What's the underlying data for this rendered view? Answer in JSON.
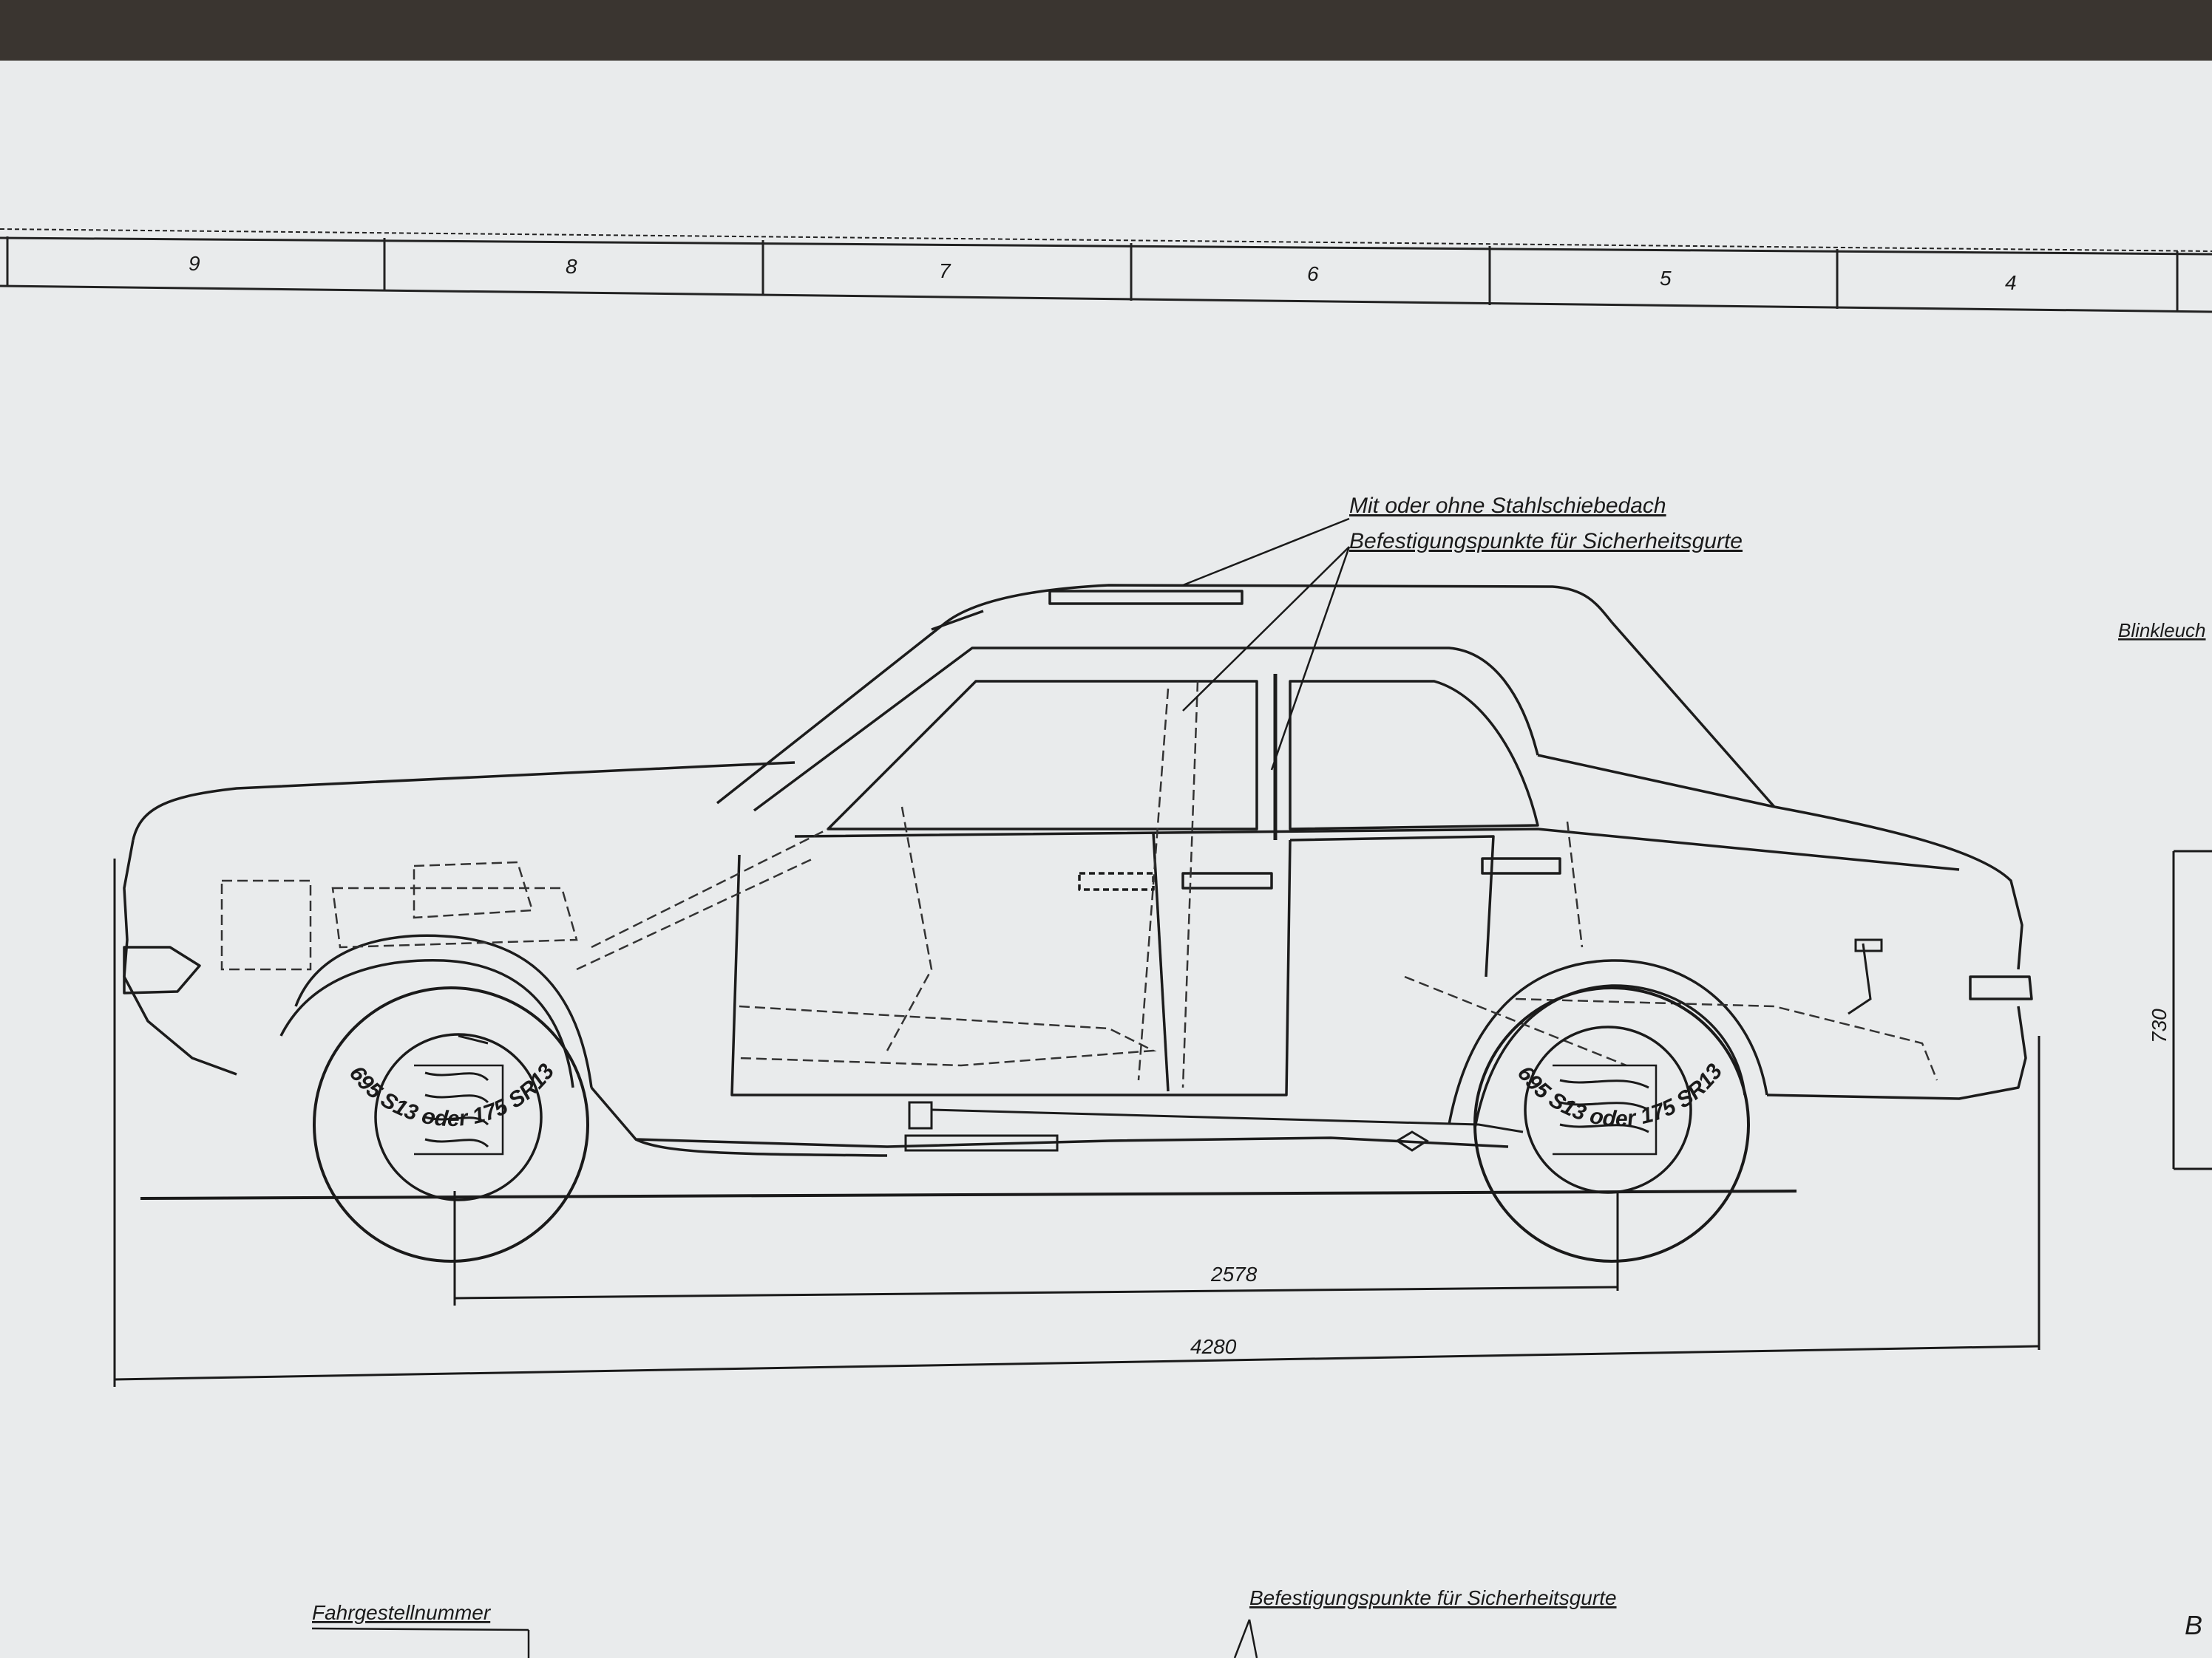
{
  "grid_zones": [
    "9",
    "8",
    "7",
    "6",
    "5",
    "4"
  ],
  "annotations": {
    "sunroof": "Mit oder ohne Stahlschiebedach",
    "belt_points": "Befestigungspunkte für Sicherheitsgurte",
    "turn_signal": "Blinkleuch",
    "chassis_number": "Fahrgestellnummer",
    "belt_points_bottom": "Befestigungspunkte für Sicherheitsgurte",
    "corner_fragment": "B"
  },
  "tires": {
    "front": "695 S13 oder 175 SR13",
    "rear": "695 S13 oder 175 SR13"
  },
  "dimensions": {
    "wheelbase": "2578",
    "overall_length": "4280",
    "rear_height": "730"
  }
}
